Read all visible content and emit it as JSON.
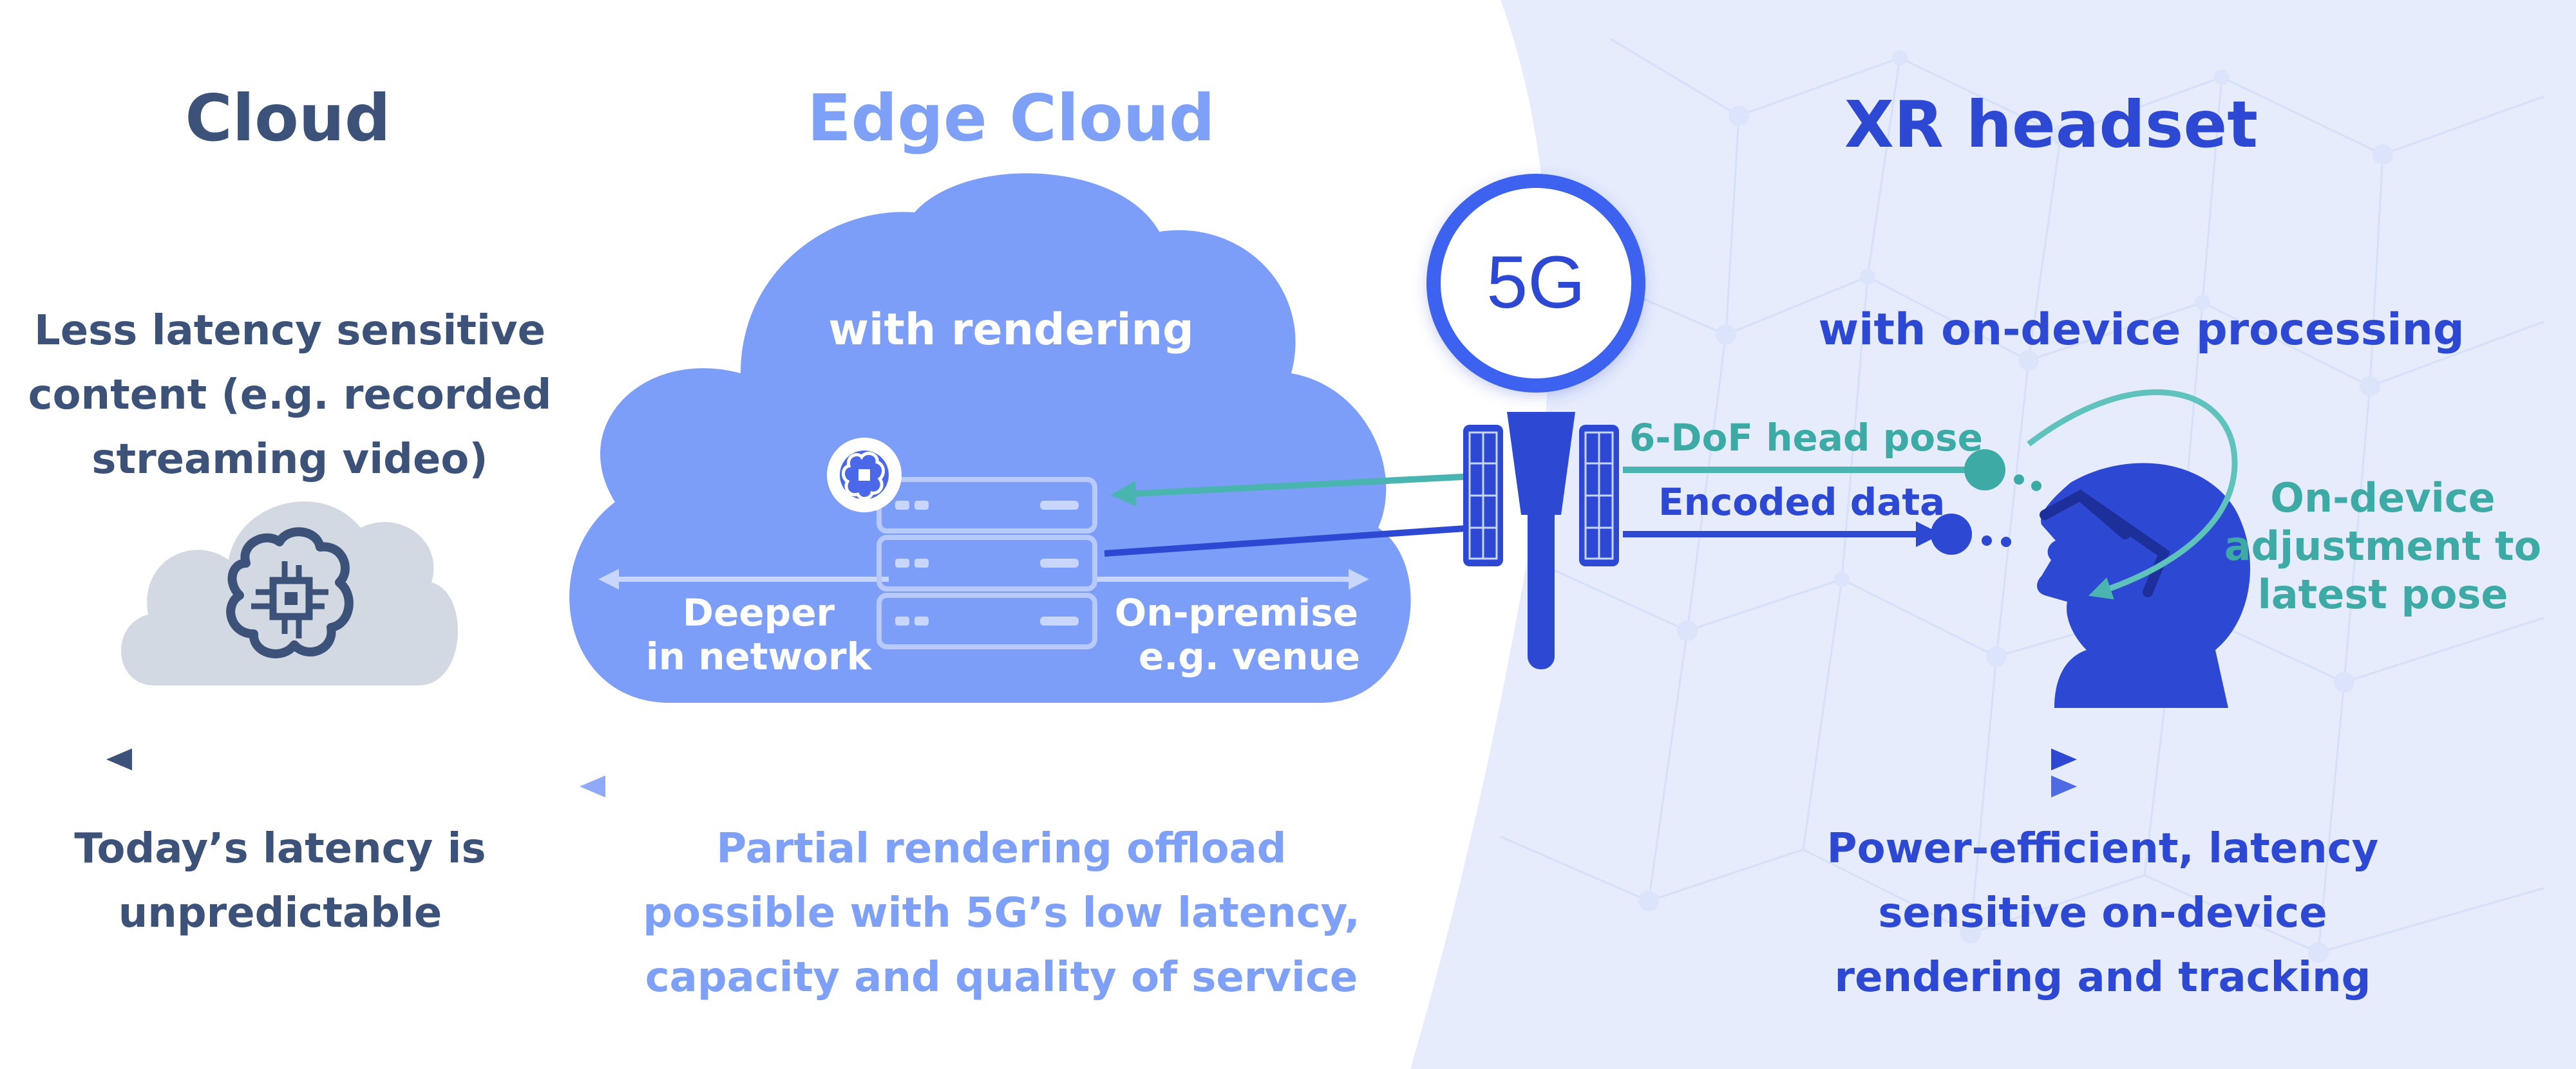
{
  "sections": {
    "cloud": {
      "title": "Cloud",
      "desc_lines": [
        "Less latency sensitive",
        "content (e.g. recorded",
        "streaming video)"
      ],
      "bottom_lines": [
        "Today’s latency is",
        "unpredictable"
      ]
    },
    "edge": {
      "title": "Edge Cloud",
      "subtitle": "with rendering",
      "left_label_lines": [
        "Deeper",
        "in network"
      ],
      "right_label_lines": [
        "On-premise",
        "e.g. venue"
      ],
      "bottom_lines": [
        "Partial rendering offload",
        "possible with 5G’s low latency,",
        "capacity and quality of service"
      ]
    },
    "tower": {
      "badge": "5G",
      "uplink_label": "6-DoF head pose",
      "downlink_label": "Encoded data"
    },
    "headset": {
      "title": "XR headset",
      "subtitle": "with on-device processing",
      "adjust_lines": [
        "On-device",
        "adjustment to",
        "latest pose"
      ],
      "bottom_lines": [
        "Power-efficient, latency",
        "sensitive on-device",
        "rendering and tracking"
      ]
    }
  },
  "colors": {
    "navy": "#3d5278",
    "periwinkle": "#7fa0f7",
    "cloud_fill": "#7d9ef8",
    "royal": "#2d48d2",
    "teal": "#3daaa6",
    "panel": "#e6ecfc",
    "grey_cloud": "#d3d9e3"
  },
  "icons": [
    "brain-chip-icon",
    "server-rack-icon",
    "cell-tower-icon",
    "head-with-glasses-icon"
  ]
}
